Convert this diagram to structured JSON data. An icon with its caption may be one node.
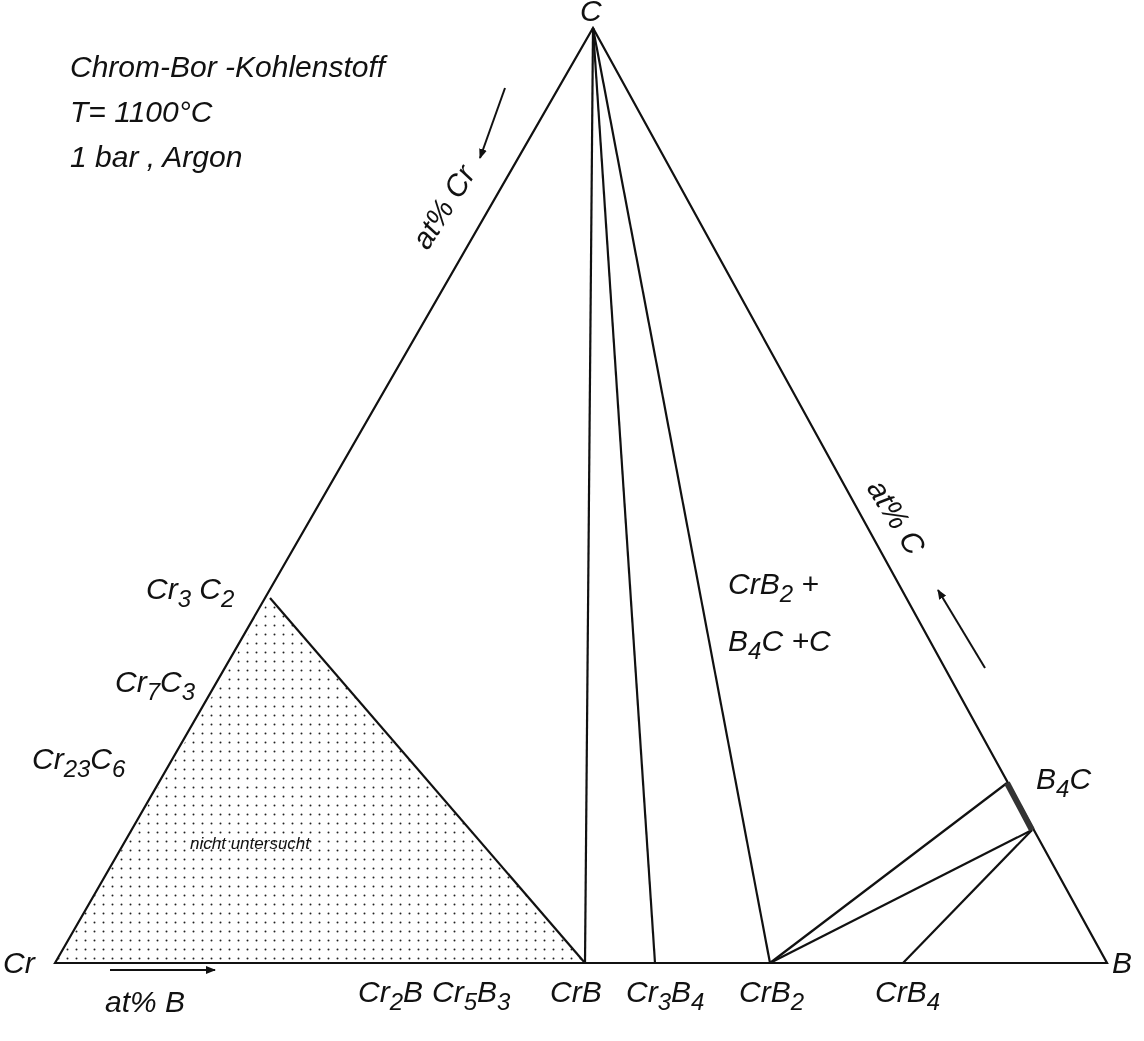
{
  "diagram": {
    "title": "Chrom-Bor -Kohlenstoff",
    "labels": [
      "T= 1100°C",
      "1 bar , Argon",
      "C",
      "at% Cr",
      "at% C",
      "Cr$_{3}$ C$_{2}$",
      "CrB$_{2}$ + B$_{4}$C +C",
      "Cr$_{7}$C$_{3}$",
      "Cr$_{23}$C$_{6}$",
      "B$_{4}$C",
      "nicht untersucht",
      "Cr",
      "B",
      "at% B",
      "Cr$_{2}$B",
      "Cr$_{5}$B$_{3}$",
      "CrB",
      "Cr$_{3}$B$_{4}$",
      "CrB$_{2}$",
      "CrB$_{4}$"
    ]
  }
}
